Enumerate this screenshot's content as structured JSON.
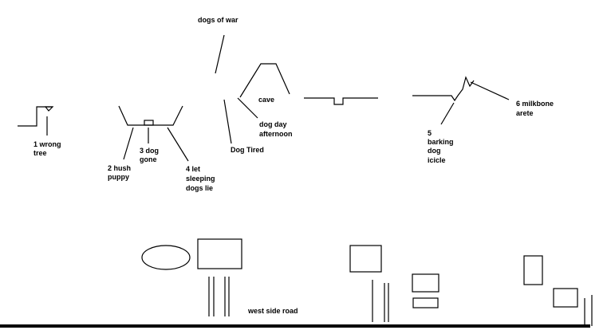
{
  "labels": {
    "dogs_of_war": "dogs of war",
    "cave": "cave",
    "dog_day_line1": "dog day",
    "dog_day_line2": "afternoon",
    "dog_tired": "Dog Tired",
    "wrong_tree_line1": "1 wrong",
    "wrong_tree_line2": "tree",
    "hush_puppy_line1": "2 hush",
    "hush_puppy_line2": "puppy",
    "dog_gone_line1": "3 dog",
    "dog_gone_line2": "gone",
    "sleeping_dogs_line1": "4 let",
    "sleeping_dogs_line2": "sleeping",
    "sleeping_dogs_line3": "dogs lie",
    "barking_dog_line1": "5",
    "barking_dog_line2": "barking",
    "barking_dog_line3": "dog",
    "barking_dog_line4": "icicle",
    "milkbone_line1": "6 milkbone",
    "milkbone_line2": "arete",
    "road": "west side road"
  },
  "colors": {
    "ink": "#000000",
    "background": "#ffffff"
  }
}
